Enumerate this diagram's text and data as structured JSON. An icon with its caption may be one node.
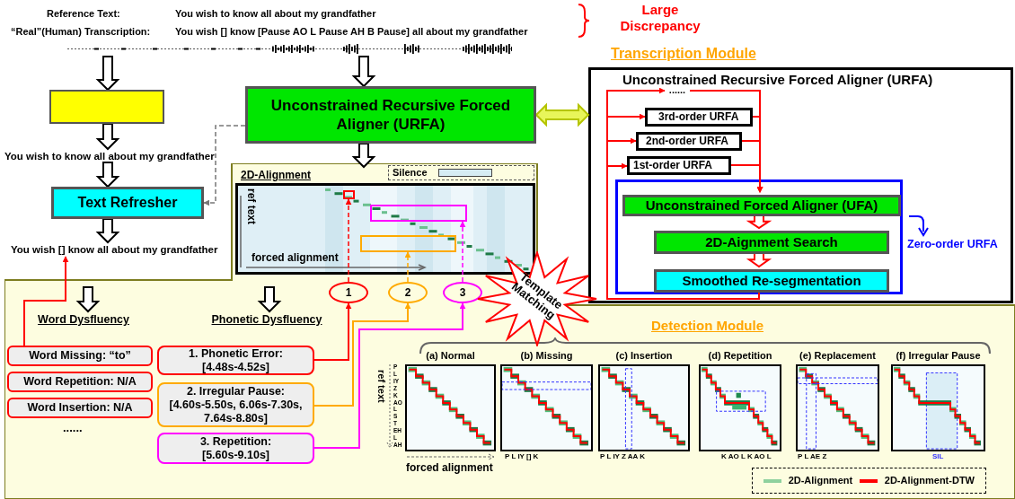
{
  "diagram": {
    "nodes": [
      {
        "text": [],
        "shape": "picture"
      },
      {
        "text": [],
        "shape": "box"
      },
      {
        "text": [
          "Unconstrained Recursive Forced Aligner (URFA)"
        ]
      },
      {
        "text": [
          "Transcription Module",
          "Unconstrained Recursive Forced Aligner (URFA)"
        ]
      },
      {
        "text": [
          "3rd-order URFA"
        ],
        "in": 3
      },
      {
        "text": [
          "2nd-order URFA"
        ],
        "in": 3
      },
      {
        "text": [
          "1st-order URFA"
        ],
        "in": 3
      },
      {
        "text": [
          "Zero-order URFA"
        ],
        "in": 3
      },
      {
        "text": [
          "Unconstrained Forced Aligner (UFA)"
        ],
        "in": 7
      },
      {
        "text": [
          "2D-Aignment Search"
        ],
        "in": 7
      },
      {
        "text": [
          "Smoothed Re-segmentation"
        ],
        "in": 7
      },
      {
        "text": [
          "You wish to know all about my grandfather"
        ]
      },
      {
        "text": [
          "Text Refresher"
        ]
      },
      {
        "text": [
          "You wish [] know all about my grandfather"
        ]
      },
      {
        "text": [
          "Detection Module"
        ]
      },
      {
        "text": [
          "2D-Alignment",
          "ref text",
          "forced alignment"
        ],
        "in": 14
      },
      {
        "text": [
          "1"
        ],
        "in": 14
      },
      {
        "text": [
          "2"
        ],
        "in": 14
      },
      {
        "text": [
          "3"
        ],
        "in": 14
      },
      {
        "text": [
          "Word Dysfluency"
        ],
        "in": 14
      },
      {
        "text": [
          "Phonetic Dysfluency"
        ],
        "in": 14
      },
      {
        "text": [
          "Word Missing: “to”"
        ],
        "in": 14
      },
      {
        "text": [
          "Word Repetition: N/A"
        ],
        "in": 14
      },
      {
        "text": [
          "Word Insertion: N/A"
        ],
        "in": 14
      },
      {
        "text": [
          "1. Phonetic Error:",
          "[4.48s-4.52s]"
        ],
        "in": 14
      },
      {
        "text": [
          "2. Irregular Pause:",
          "[4.60s-5.50s, 6.06s-7.30s, 7.64s-8.80s]"
        ],
        "in": 14
      },
      {
        "text": [
          "3. Repetition:",
          "[5.60s-9.10s]"
        ],
        "in": 14
      },
      {
        "text": [
          "Template Matching"
        ],
        "in": 14
      },
      {
        "text": [
          "(a) Normal"
        ],
        "in": 14
      },
      {
        "text": [
          "(b) Missing"
        ],
        "in": 14
      },
      {
        "text": [
          "(c) Insertion"
        ],
        "in": 14
      },
      {
        "text": [
          "(d) Repetition"
        ],
        "in": 14
      },
      {
        "text": [
          "(e) Replacement"
        ],
        "in": 14
      },
      {
        "text": [
          "(f) Irregular Pause"
        ],
        "in": 14
      },
      {
        "text": [],
        "shape": "box",
        "in": 15
      },
      {
        "text": [],
        "shape": "box",
        "in": 15
      },
      {
        "text": [],
        "shape": "box",
        "in": 15
      },
      {
        "text": [
          "......"
        ],
        "in": 3
      }
    ],
    "edges": [
      {
        "from": 0,
        "to": 1,
        "arrow": "to",
        "style": "thick"
      },
      {
        "from": 0,
        "to": 2,
        "arrow": "to",
        "style": "thick"
      },
      {
        "from": 1,
        "to": 11,
        "arrow": "to",
        "style": "thick"
      },
      {
        "from": 11,
        "to": 12,
        "arrow": "to",
        "style": "thick"
      },
      {
        "from": 12,
        "to": 13,
        "arrow": "to",
        "style": "thick"
      },
      {
        "from": 2,
        "to": 12,
        "arrow": "to",
        "style": "dashed",
        "color": "#777777"
      },
      {
        "from": 2,
        "to": 3,
        "arrow": "both",
        "style": "thick",
        "color": "#b5c400"
      },
      {
        "from": 2,
        "to": 15,
        "arrow": "to",
        "style": "thick"
      },
      {
        "from": 10,
        "to": 4,
        "arrow": "to",
        "color": "#ff0000"
      },
      {
        "from": 10,
        "to": 5,
        "arrow": "to",
        "color": "#ff0000"
      },
      {
        "from": 10,
        "to": 6,
        "arrow": "to",
        "color": "#ff0000"
      },
      {
        "from": 10,
        "to": 37,
        "arrow": "to",
        "color": "#ff0000"
      },
      {
        "from": 37,
        "to": 8,
        "arrow": "to",
        "color": "#ff0000"
      },
      {
        "from": 4,
        "to": 8,
        "arrow": "to",
        "color": "#ff0000"
      },
      {
        "from": 5,
        "to": 8,
        "arrow": "to",
        "color": "#ff0000"
      },
      {
        "from": 6,
        "to": 8,
        "arrow": "to",
        "color": "#ff0000"
      },
      {
        "from": 8,
        "to": 9,
        "arrow": "to",
        "style": "thick",
        "color": "#ff0000"
      },
      {
        "from": 9,
        "to": 10,
        "arrow": "to",
        "style": "thick",
        "color": "#ff0000"
      },
      {
        "from": null,
        "to": 19,
        "arrow": "to",
        "style": "thick"
      },
      {
        "from": null,
        "to": 20,
        "arrow": "to",
        "style": "thick"
      },
      {
        "from": 21,
        "to": 13,
        "arrow": "to",
        "color": "#ff0000"
      },
      {
        "from": 24,
        "to": 16,
        "arrow": "to",
        "color": "#ff0000"
      },
      {
        "from": 25,
        "to": 17,
        "arrow": "to",
        "color": "#ffaa00"
      },
      {
        "from": 26,
        "to": 18,
        "arrow": "to",
        "color": "#ff00ff"
      },
      {
        "from": 16,
        "to": 34,
        "arrow": "to",
        "style": "dashed",
        "color": "#ff0000"
      },
      {
        "from": 17,
        "to": 35,
        "arrow": "to",
        "style": "dashed",
        "color": "#ffaa00"
      },
      {
        "from": 18,
        "to": 36,
        "arrow": "to",
        "style": "dashed",
        "color": "#ff00ff"
      }
    ],
    "labels": [
      "Reference Text:",
      "You wish to know all about my grandfather",
      "“Real”(Human) Transcription:",
      "You wish [] know [Pause AO L Pause AH B Pause] all about my grandfather",
      "Large Discrepancy",
      "......",
      "ref text",
      "P",
      "L",
      "IY",
      "Z",
      "K",
      "AO",
      "L",
      "S",
      "T",
      "EH",
      "L",
      "AH",
      "forced alignment",
      "P L IY [] K",
      "P L IY Z AA K",
      "K AO L K AO L",
      "P L AE Z",
      "SIL"
    ],
    "legend": [
      {
        "text": "Silence",
        "color": "#d6ecf3"
      },
      {
        "text": "2D-Alignment"
      },
      {
        "text": "2D-Alignment-DTW"
      }
    ]
  }
}
